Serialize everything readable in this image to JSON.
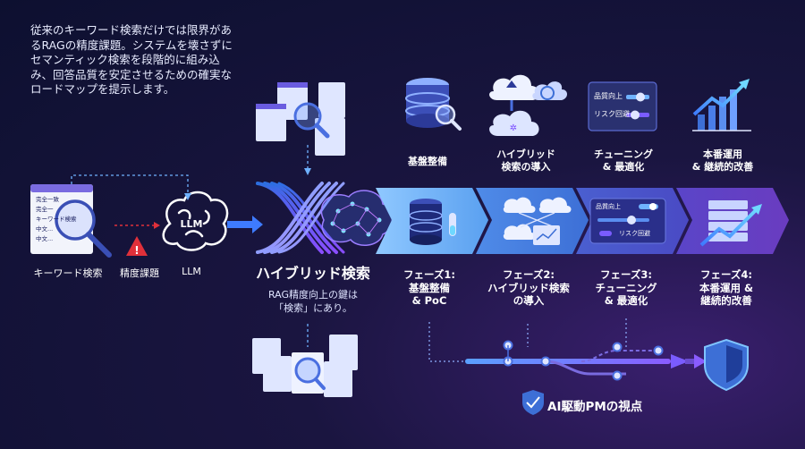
{
  "intro_text": "従来のキーワード検索だけでは限界があるRAGの精度課題。システムを壊さずにセマンティック検索を段階的に組み込み、回答品質を安定させるための確実なロードマップを提示します。",
  "left": {
    "keyword_label": "キーワード検索",
    "precision_label": "精度課題",
    "llm_label": "LLM",
    "llm_brain_text": "LLM",
    "doc_lines": [
      "完全一致",
      "完全一",
      "キーワード検索",
      "中文...",
      "中文..."
    ]
  },
  "hybrid": {
    "title": "ハイブリッド検索",
    "subtitle": "RAG精度向上の鍵は\n「検索」にあり。"
  },
  "headers": [
    {
      "text": "基盤整備"
    },
    {
      "text": "ハイブリッド\n検索の導入"
    },
    {
      "text": "チューニング\n& 最適化"
    },
    {
      "text": "本番運用\n& 継続的改善"
    }
  ],
  "phases": [
    {
      "text": "フェーズ1:\n基盤整備\n& PoC"
    },
    {
      "text": "フェーズ2:\nハイブリッド検索\nの導入"
    },
    {
      "text": "フェーズ3:\nチューニング\n& 最適化"
    },
    {
      "text": "フェーズ4:\n本番運用 &\n継続的改善"
    }
  ],
  "tuning_panel": {
    "quality": "品質向上",
    "risk": "リスク回避"
  },
  "pm_label": "AI駆動PMの視点",
  "colors": {
    "accent_blue": "#4fa3ff",
    "accent_purple": "#8a5cff",
    "alert_red": "#e0303a"
  }
}
